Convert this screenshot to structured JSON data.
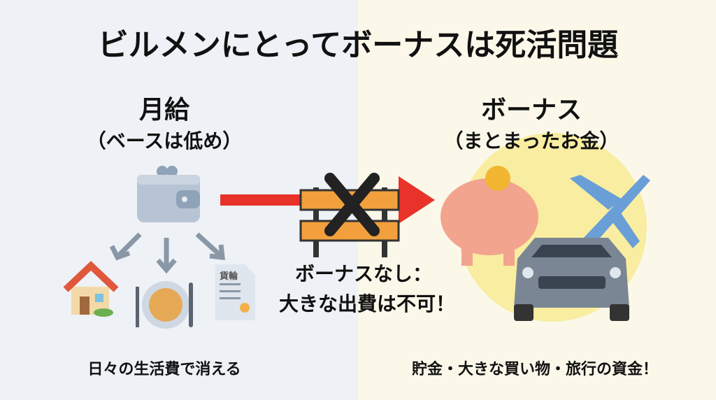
{
  "title": "ビルメンにとってボーナスは死活問題",
  "left": {
    "heading": "月給",
    "subheading": "（ベースは低め）",
    "caption": "日々の生活費で消える",
    "receipt_label": "貨輪"
  },
  "right": {
    "heading": "ボーナス",
    "subheading": "（まとまったお金）",
    "caption": "貯金・大きな買い物・旅行の資金！"
  },
  "middle": {
    "line1": "ボーナスなし：",
    "line2": "大きな出費は不可！"
  },
  "colors": {
    "arrow": "#e8322a",
    "left_bg": "#eef1f5",
    "right_bg": "#fbf8ea"
  }
}
